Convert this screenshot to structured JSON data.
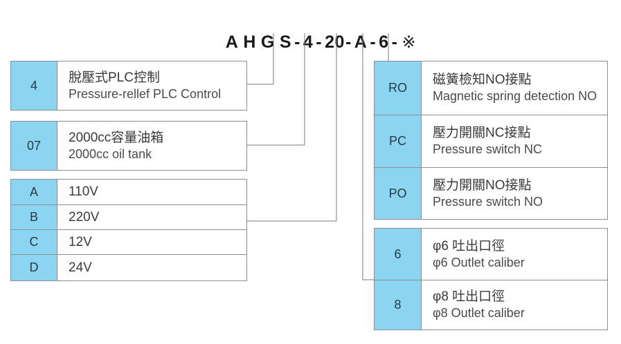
{
  "model_code": {
    "label": "AHGS-4-20-A-6-※",
    "parts": [
      "A",
      "H",
      "G",
      "S",
      "-",
      "4",
      "-",
      "20",
      "-",
      "A",
      "-",
      "6",
      "-",
      "※"
    ]
  },
  "colors": {
    "key_fill": "#8bd5f2",
    "border": "#8c8c8c",
    "text": "#3a3a3a",
    "title": "#1a1a1a"
  },
  "left_tables": {
    "control_type": {
      "key": "4",
      "cn": "脫壓式PLC控制",
      "en": "Pressure-rellef  PLC Control"
    },
    "oil_tank": {
      "key": "07",
      "cn": "2000cc容量油箱",
      "en": "2000cc oil tank"
    },
    "voltage": {
      "rows": [
        {
          "key": "A",
          "value": "110V"
        },
        {
          "key": "B",
          "value": "220V"
        },
        {
          "key": "C",
          "value": "12V"
        },
        {
          "key": "D",
          "value": "24V"
        }
      ]
    }
  },
  "right_tables": {
    "contacts": {
      "rows": [
        {
          "key": "RO",
          "cn": "磁簧檢知NO接點",
          "en": "Magnetic spring detection NO"
        },
        {
          "key": "PC",
          "cn": "壓力開關NC接點",
          "en": "Pressure switch NC"
        },
        {
          "key": "PO",
          "cn": "壓力開關NO接點",
          "en": "Pressure switch NO"
        }
      ]
    },
    "caliber": {
      "rows": [
        {
          "key": "6",
          "cn": "φ6 吐出口徑",
          "en": "φ6 Outlet caliber"
        },
        {
          "key": "8",
          "cn": "φ8 吐出口徑",
          "en": "φ8 Outlet caliber"
        }
      ]
    }
  }
}
